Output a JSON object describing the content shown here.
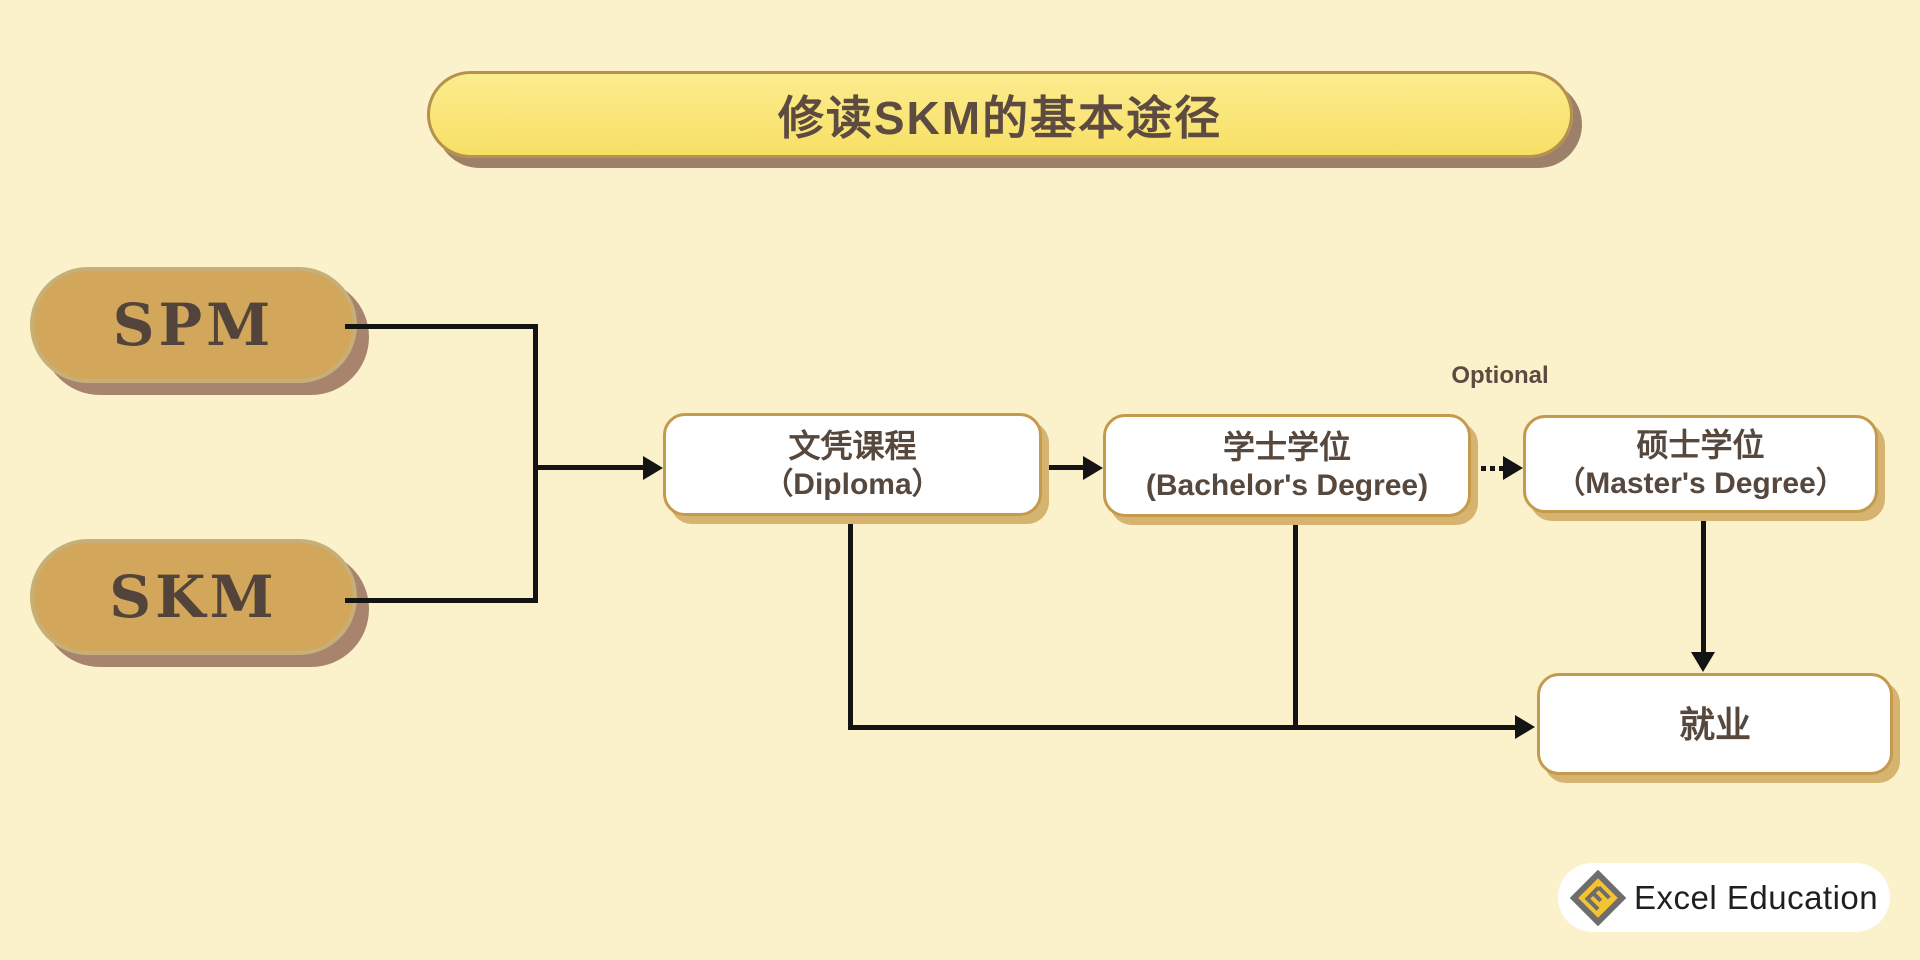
{
  "title": "修读SKM的基本途径",
  "sources": [
    {
      "label": "SPM"
    },
    {
      "label": "SKM"
    }
  ],
  "stages": [
    {
      "line1": "文凭课程",
      "line2": "（Diploma）"
    },
    {
      "line1": "学士学位",
      "line2": "(Bachelor's Degree)"
    },
    {
      "line1": "硕士学位",
      "line2": "（Master's Degree）"
    },
    {
      "label": "就业"
    }
  ],
  "annotations": {
    "optional": "Optional"
  },
  "logo": {
    "name": "Excel Education"
  },
  "colors": {
    "background": "#fbf2cc",
    "banner_yellow": "#f9e472",
    "source_tan": "#d2a65b",
    "box_border_gold": "#c39a4e",
    "box_shadow_gold": "#d6b470",
    "connector_black": "#141414",
    "text_brown": "#57483e",
    "logo_yellow": "#f4c330",
    "logo_gray": "#6d6d6d"
  }
}
